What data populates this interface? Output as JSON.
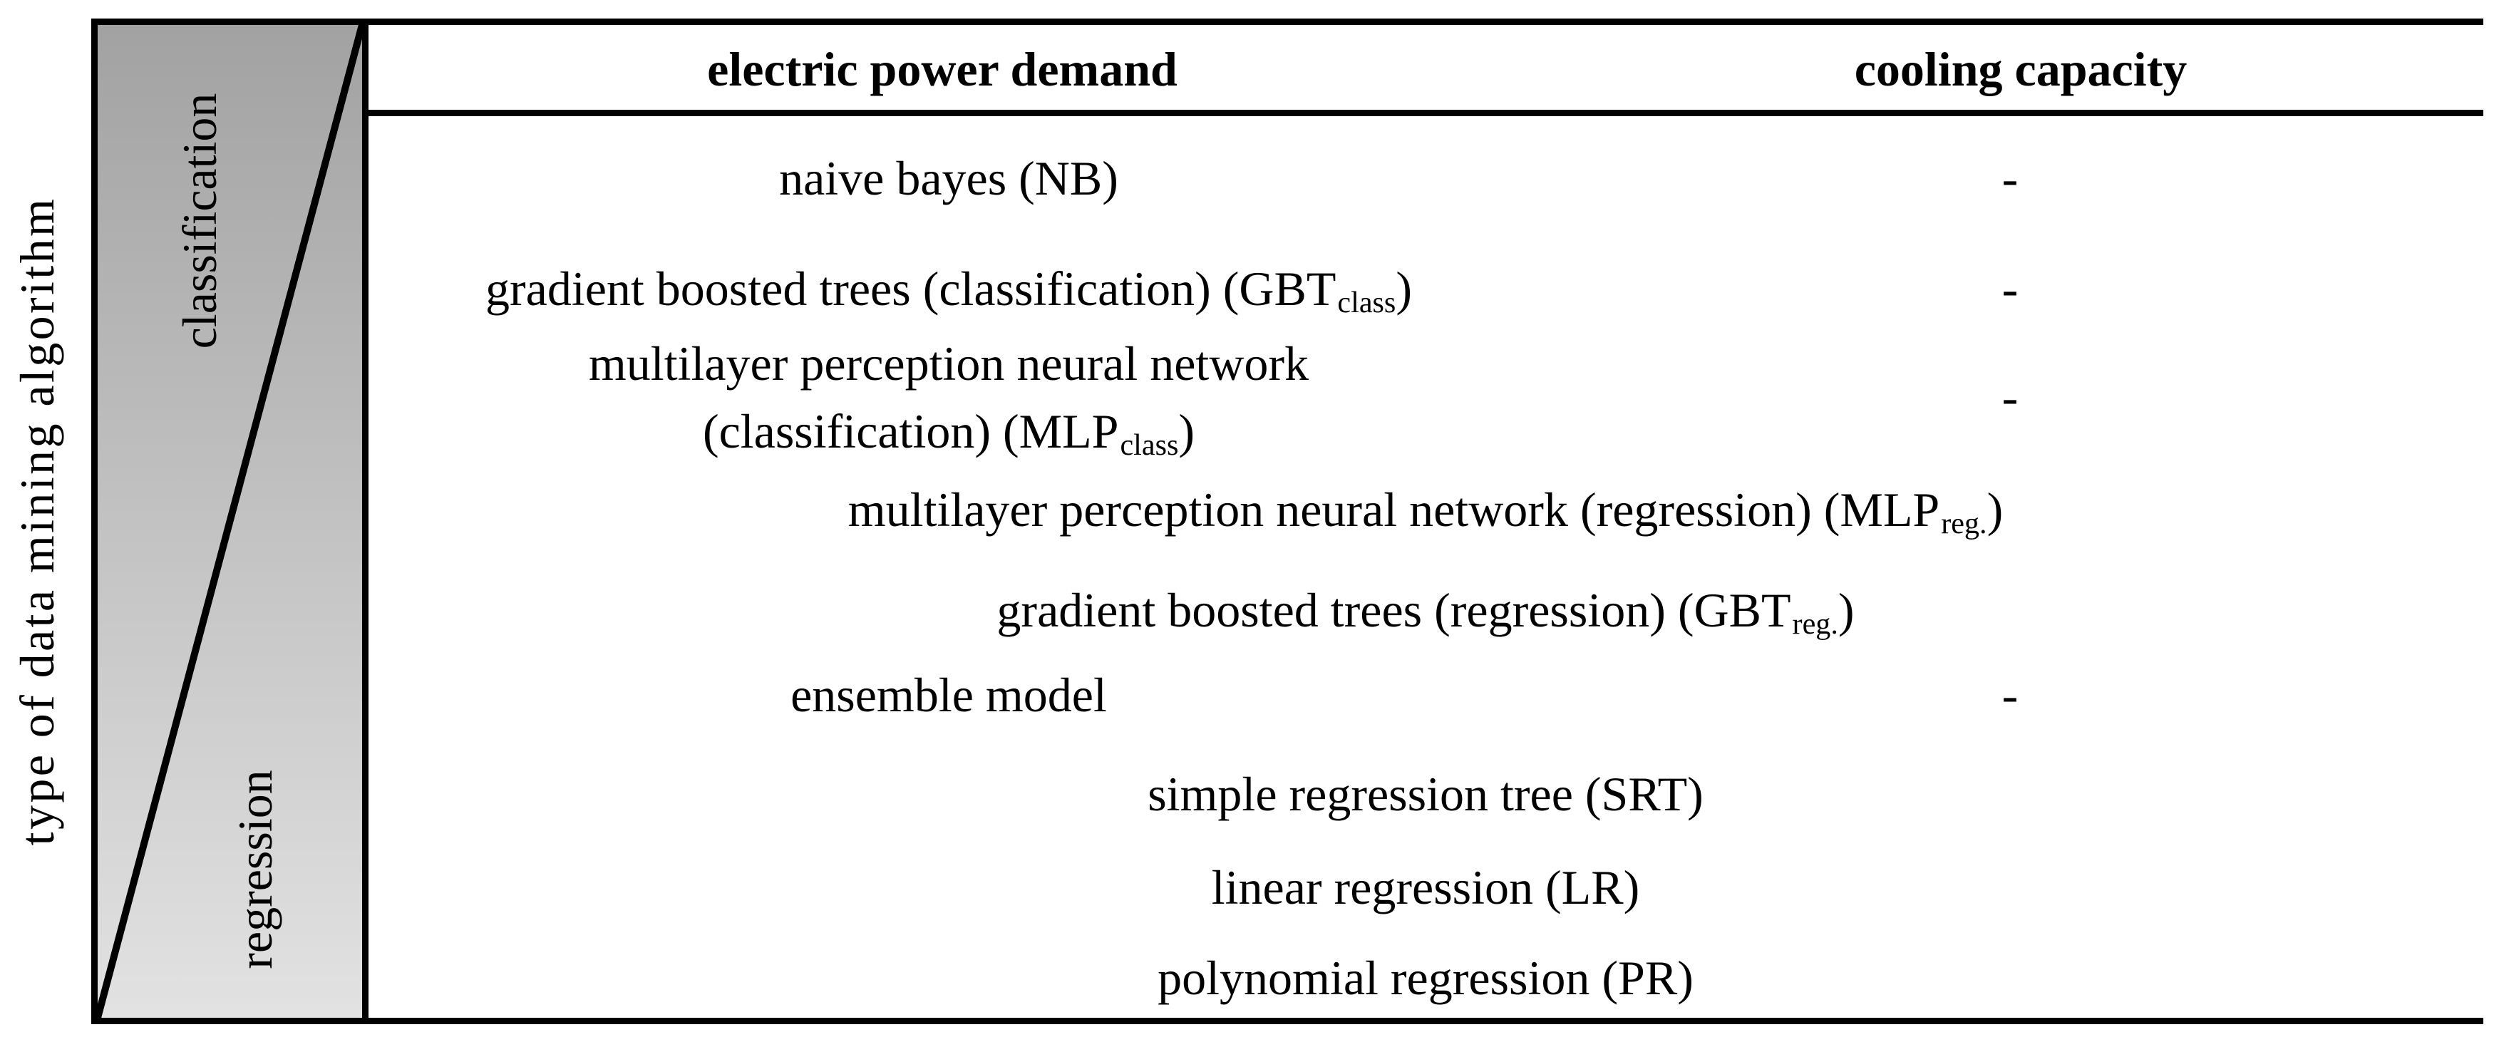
{
  "axis_label": "type of data mining algorithm",
  "sidebar": {
    "classification": "classification",
    "regression": "regression"
  },
  "table": {
    "headers": [
      "electric power demand",
      "cooling capacity"
    ],
    "rows": [
      {
        "lines": [
          {
            "pre": "naive bayes (NB)",
            "sub": "",
            "post": ""
          }
        ],
        "span": false,
        "cooling": "-"
      },
      {
        "lines": [
          {
            "pre": "gradient boosted trees (classification) (GBT",
            "sub": "class",
            "post": ")"
          }
        ],
        "span": false,
        "cooling": "-"
      },
      {
        "lines": [
          {
            "pre": "multilayer perception neural network",
            "sub": "",
            "post": ""
          },
          {
            "pre": "(classification) (MLP",
            "sub": "class",
            "post": ")"
          }
        ],
        "span": false,
        "cooling": "-"
      },
      {
        "lines": [
          {
            "pre": "multilayer perception neural network (regression) (MLP",
            "sub": "reg.",
            "post": ")"
          }
        ],
        "span": true
      },
      {
        "lines": [
          {
            "pre": "gradient boosted trees (regression) (GBT",
            "sub": "reg.",
            "post": ")"
          }
        ],
        "span": true
      },
      {
        "lines": [
          {
            "pre": "ensemble model",
            "sub": "",
            "post": ""
          }
        ],
        "span": false,
        "cooling": "-"
      },
      {
        "lines": [
          {
            "pre": "simple regression tree (SRT)",
            "sub": "",
            "post": ""
          }
        ],
        "span": true
      },
      {
        "lines": [
          {
            "pre": "linear regression (LR)",
            "sub": "",
            "post": ""
          }
        ],
        "span": true
      },
      {
        "lines": [
          {
            "pre": "polynomial regression (PR)",
            "sub": "",
            "post": ""
          }
        ],
        "span": true
      }
    ]
  },
  "colors": {
    "panel_gradient_top": "#a2a2a2",
    "panel_gradient_bottom": "#e2e2e2",
    "line": "#000000"
  }
}
